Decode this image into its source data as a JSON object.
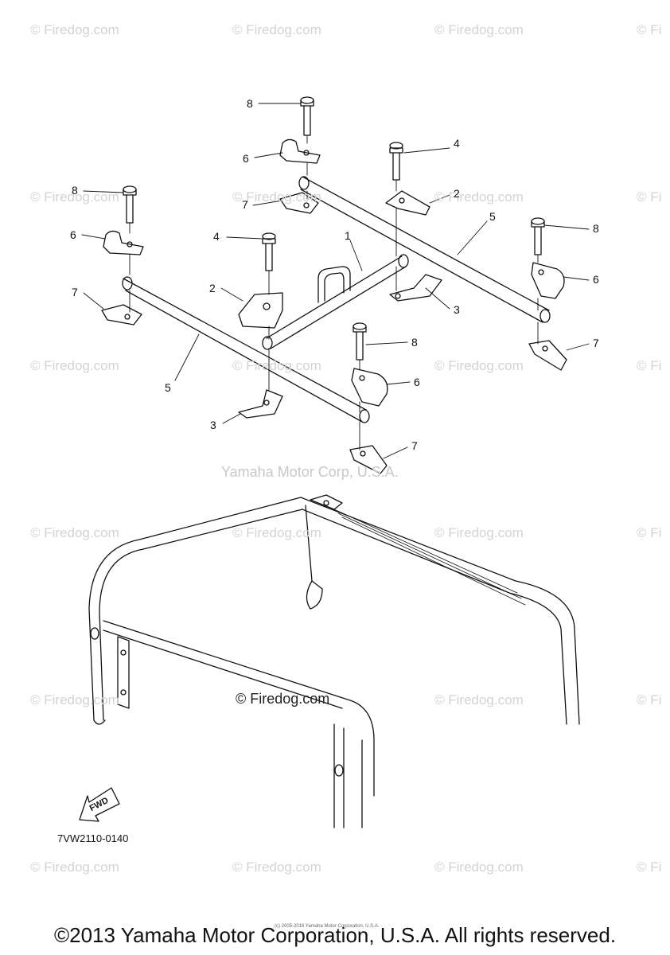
{
  "watermark_text": "© Firedog.com",
  "watermark_partial": "© Fi",
  "yamaha_watermark": "Yamaha Motor Corp, U.S.A.",
  "center_watermark": "© Firedog.com",
  "part_code": "7VW2110-0140",
  "fwd_label": "FWD",
  "copyright": "©2013 Yamaha Motor Corporation, U.S.A. All rights reserved.",
  "tiny_copyright": "(c) 2005-2016 Yamaha Motor Corporation, U.S.A.",
  "callouts": {
    "c1": "1",
    "c2a": "2",
    "c2b": "2",
    "c3a": "3",
    "c3b": "3",
    "c4a": "4",
    "c4b": "4",
    "c5a": "5",
    "c5b": "5",
    "c6a": "6",
    "c6b": "6",
    "c6c": "6",
    "c6d": "6",
    "c7a": "7",
    "c7b": "7",
    "c7c": "7",
    "c7d": "7",
    "c8a": "8",
    "c8b": "8",
    "c8c": "8",
    "c8d": "8"
  }
}
